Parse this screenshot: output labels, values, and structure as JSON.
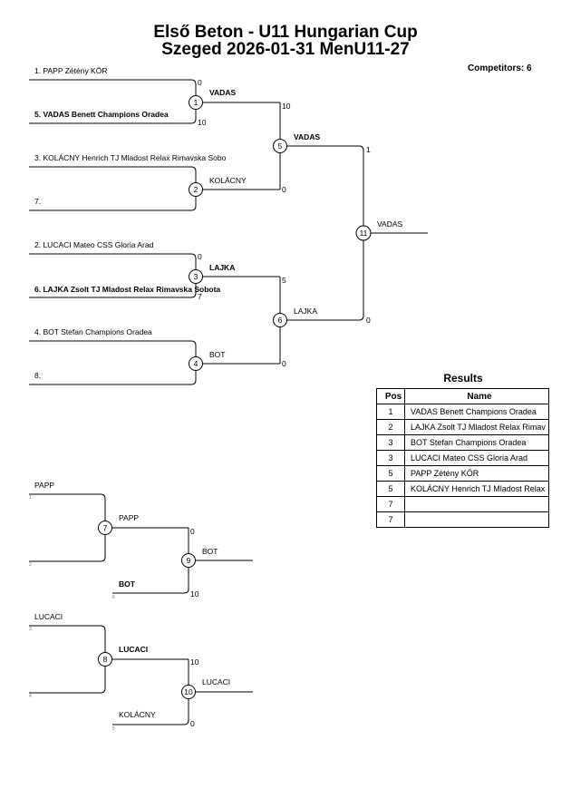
{
  "title": {
    "line1": "Első Beton - U11 Hungarian Cup",
    "line2": "Szeged 2026-01-31 MenU11-27"
  },
  "competitors": "Competitors: 6",
  "rounds": {
    "r1": [
      {
        "num": "1",
        "top": "1. PAPP Zétény KÖR",
        "bottom": "5. VADAS Benett Champions Oradea",
        "winner": "VADAS",
        "score_top": "0",
        "score_bottom": "10",
        "bold": "bottom"
      },
      {
        "num": "2",
        "top": "3. KOLÁCNY Henrich TJ Mladost Relax Rimavska Sobo",
        "bottom": "7.",
        "winner": "KOLÁCNY",
        "score_top": "",
        "score_bottom": "",
        "bold": ""
      },
      {
        "num": "3",
        "top": "2. LUCACI Mateo CSS Gloria Arad",
        "bottom": "6. LAJKA Zsolt TJ Mladost Relax Rimavska Sobota",
        "winner": "LAJKA",
        "score_top": "0",
        "score_bottom": "7",
        "bold": "bottom"
      },
      {
        "num": "4",
        "top": "4. BOT Stefan Champions Oradea",
        "bottom": "8.",
        "winner": "BOT",
        "score_top": "",
        "score_bottom": "",
        "bold": ""
      }
    ],
    "r2": [
      {
        "num": "5",
        "winner": "VADAS",
        "score_top": "10",
        "score_bottom": "0"
      },
      {
        "num": "6",
        "winner": "LAJKA",
        "score_top": "5",
        "score_bottom": "0"
      }
    ],
    "final": {
      "num": "11",
      "winner": "VADAS",
      "score_top": "1",
      "score_bottom": "0"
    }
  },
  "repechage": [
    {
      "first": {
        "num": "7",
        "top": "PAPP",
        "top_seed": "1",
        "bottom_seed": "2",
        "winner": "PAPP"
      },
      "second": {
        "num": "9",
        "entrant": "BOT",
        "entrant_seed": "6",
        "winner": "BOT",
        "score_top": "0",
        "score_bottom": "10"
      }
    },
    {
      "first": {
        "num": "8",
        "top": "LUCACI",
        "top_seed": "3",
        "bottom_seed": "4",
        "winner": "LUCACI"
      },
      "second": {
        "num": "10",
        "entrant": "KOLÁCNY",
        "entrant_seed": "5",
        "winner": "LUCACI",
        "score_top": "10",
        "score_bottom": "0"
      }
    }
  ],
  "results": {
    "title": "Results",
    "headers": {
      "pos": "Pos",
      "name": "Name"
    },
    "rows": [
      {
        "pos": "1",
        "name": "VADAS Benett Champions Oradea"
      },
      {
        "pos": "2",
        "name": "LAJKA Zsolt TJ Mladost Relax Rimav"
      },
      {
        "pos": "3",
        "name": "BOT Stefan Champions Oradea"
      },
      {
        "pos": "3",
        "name": "LUCACI Mateo CSS Gloria Arad"
      },
      {
        "pos": "5",
        "name": "PAPP  Zétény KÖR"
      },
      {
        "pos": "5",
        "name": "KOLÁCNY Henrich TJ Mladost Relax"
      },
      {
        "pos": "7",
        "name": ""
      },
      {
        "pos": "7",
        "name": ""
      }
    ]
  }
}
